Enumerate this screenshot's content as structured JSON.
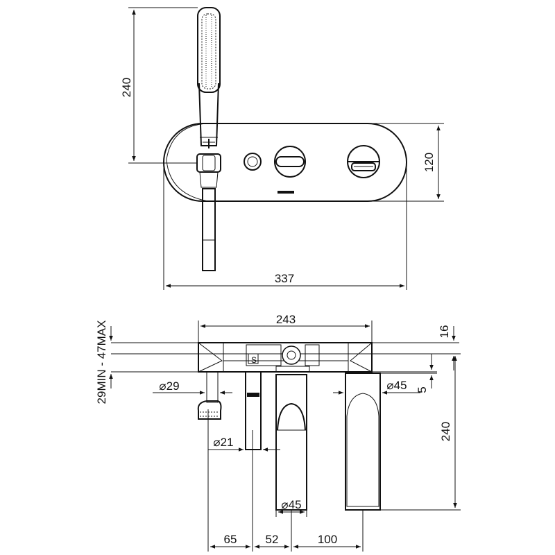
{
  "top_view": {
    "dims": {
      "hand_shower_height": "240",
      "plate_height": "120",
      "overall_width": "337"
    }
  },
  "side_view": {
    "dims": {
      "body_width": "243",
      "plate_thickness": "16",
      "wall_depth": "29MIN - 47MAX",
      "dia_holder": "⌀29",
      "dia_right": "⌀45",
      "dia_hose": "⌀21",
      "dia_spout": "⌀45",
      "offset_5": "5",
      "projection": "240",
      "spacing_1": "65",
      "spacing_2": "52",
      "spacing_3": "100"
    }
  }
}
